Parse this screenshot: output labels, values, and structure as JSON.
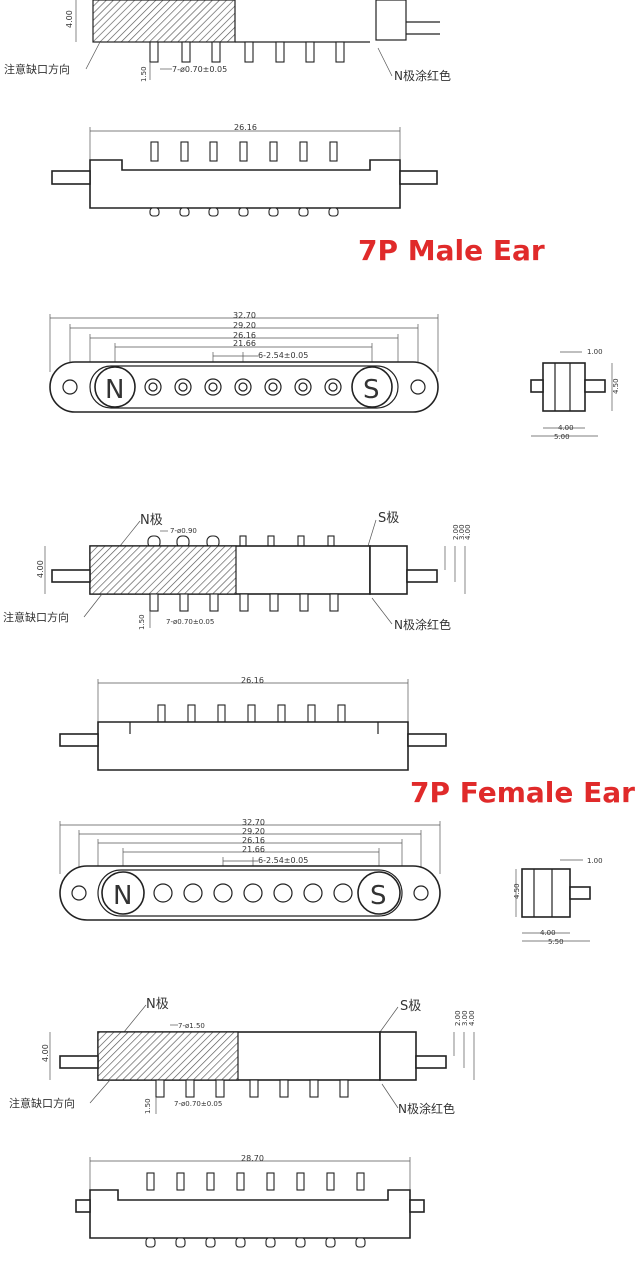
{
  "headings": {
    "male": "7P Male Ear",
    "female": "7P Female Ear"
  },
  "colors": {
    "heading": "#e02a2a",
    "line": "#222222",
    "hatch": "#555555"
  },
  "labels": {
    "notch_direction": "注意缺口方向",
    "n_pole": "N极",
    "s_pole": "S极",
    "n_pole_red": "N极涂红色",
    "n_letter": "N",
    "s_letter": "S"
  },
  "top_partial": {
    "height": "4.00",
    "pin_offset": "1.50",
    "pin_spec": "7-ø0.70±0.05",
    "length": "26.16"
  },
  "male": {
    "top_view": {
      "dims": [
        "32.70",
        "29.20",
        "26.16",
        "21.66"
      ],
      "pitch": "6-2.54±0.05"
    },
    "end_view": {
      "top": "1.00",
      "right": "4.50",
      "width_inner": "4.00",
      "width_outer": "5.00"
    },
    "side_view": {
      "pin_head": "7-ø0.90",
      "right_dims": [
        "2.00",
        "3.00",
        "4.00"
      ],
      "height": "4.00",
      "pin_offset": "1.50",
      "pin_spec": "7-ø0.70±0.05"
    },
    "bottom_view": {
      "length": "26.16"
    }
  },
  "female": {
    "top_view": {
      "dims": [
        "32.70",
        "29.20",
        "26.16",
        "21.66"
      ],
      "pitch": "6-2.54±0.05"
    },
    "end_view": {
      "top": "1.00",
      "left": "4.50",
      "width_inner": "4.00",
      "width_outer": "5.50"
    },
    "side_view": {
      "pin_head": "7-ø1.50",
      "right_dims": [
        "2.00",
        "3.00",
        "4.00"
      ],
      "height": "4.00",
      "pin_offset": "1.50",
      "pin_spec": "7-ø0.70±0.05"
    },
    "bottom_view": {
      "length": "28.70"
    }
  }
}
